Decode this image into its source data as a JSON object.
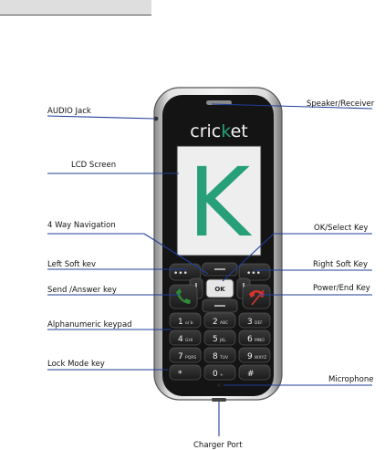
{
  "brand": {
    "pre": "cric",
    "k": "k",
    "post": "et"
  },
  "screen_letter": "K",
  "ok_label": "OK",
  "labels": {
    "audio_jack": "AUDIO Jack",
    "lcd_screen": "LCD Screen",
    "four_way_nav": "4 Way Navigation",
    "left_soft_key": "Left Soft kev",
    "send_answer_key": "Send /Answer key",
    "alphanumeric_keypad": "Alphanumeric keypad",
    "lock_mode_key": "Lock Mode key",
    "speaker_receiver": "Speaker/Receiver",
    "ok_select_key": "OK/Select Key",
    "right_soft_key": "Right Soft Key",
    "power_end_key": "Power/End Key",
    "microphone": "Microphone",
    "charger_port": "Charger Port"
  },
  "keypad": [
    {
      "num": "1",
      "sub": "o/ b"
    },
    {
      "num": "2",
      "sub": "ABC"
    },
    {
      "num": "3",
      "sub": "DEF"
    },
    {
      "num": "4",
      "sub": "GHI"
    },
    {
      "num": "5",
      "sub": "JKL"
    },
    {
      "num": "6",
      "sub": "MNO"
    },
    {
      "num": "7",
      "sub": "PQRS"
    },
    {
      "num": "8",
      "sub": "TUV"
    },
    {
      "num": "9",
      "sub": "WXYZ"
    },
    {
      "num": "*",
      "sub": ""
    },
    {
      "num": "0",
      "sub": "+"
    },
    {
      "num": "#",
      "sub": ""
    }
  ],
  "colors": {
    "screen_bg": "#eeeeee",
    "logo_k": "#27a07a",
    "send_green": "#2e8b3a",
    "end_red": "#d8342a",
    "leader": "#1f3f9a"
  }
}
